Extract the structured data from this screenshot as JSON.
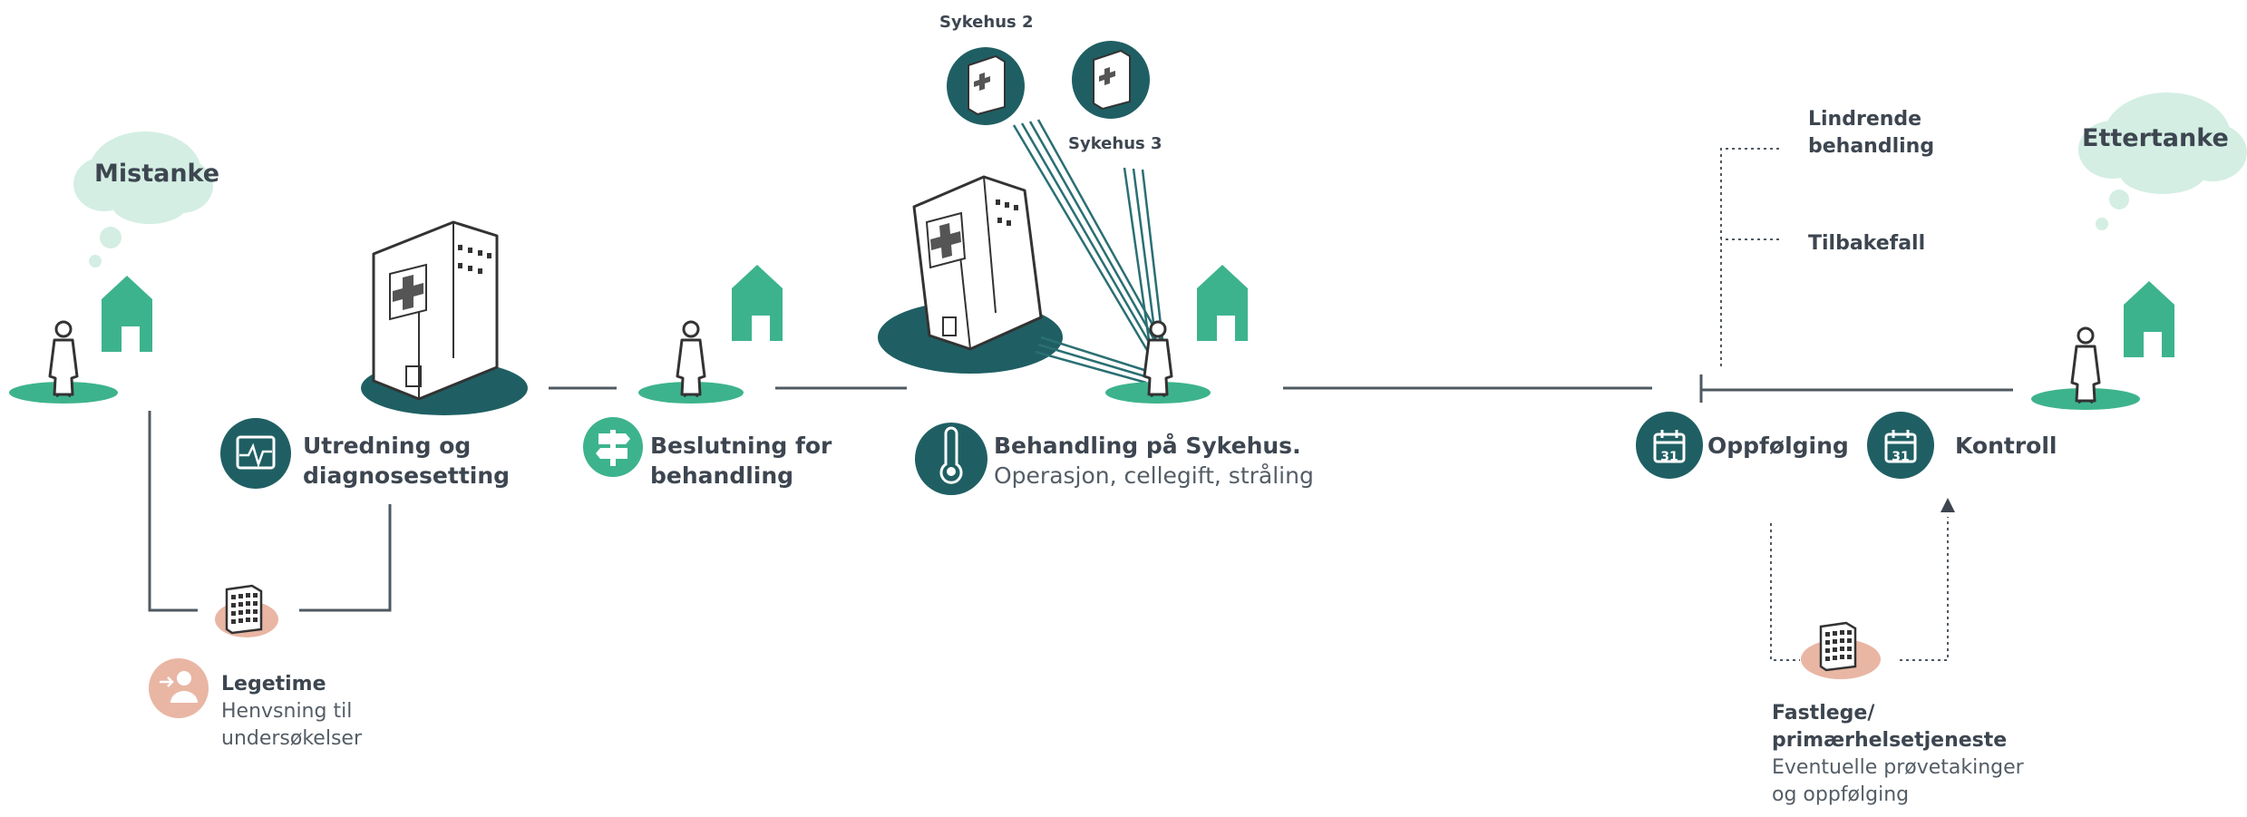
{
  "thoughts": {
    "start": "Mistanke",
    "end": "Ettertanke"
  },
  "hospitals": {
    "secondary": "Sykehus 2",
    "tertiary": "Sykehus 3"
  },
  "steps": {
    "utredning": {
      "line1": "Utredning og",
      "line2": "diagnosesetting"
    },
    "beslutning": {
      "line1": "Beslutning for",
      "line2": "behandling"
    },
    "behandling": {
      "title": "Behandling på Sykehus.",
      "subtitle": "Operasjon, cellegift, stråling"
    },
    "legetime": {
      "title": "Legetime",
      "line1": "Henvsning til",
      "line2": "undersøkelser"
    },
    "oppfolging": {
      "title": "Oppfølging"
    },
    "kontroll": {
      "title": "Kontroll"
    },
    "fastlege": {
      "line1": "Fastlege/",
      "line2": "primærhelsetjeneste",
      "sub1": "Eventuelle prøvetakinger",
      "sub2": "og oppfølging"
    }
  },
  "branches": {
    "lindrende": {
      "line1": "Lindrende",
      "line2": "behandling"
    },
    "tilbakefall": "Tilbakefall"
  },
  "calendar_day": "31",
  "icons": [
    "thought-cloud-icon",
    "person-icon",
    "house-icon",
    "hospital-building-icon",
    "heart-monitor-icon",
    "signpost-icon",
    "thermometer-icon",
    "calendar-icon",
    "clinic-building-icon",
    "referral-person-icon"
  ],
  "colors": {
    "teal_dark": "#1f5f63",
    "green": "#3db38d",
    "grey_line": "#4f5962",
    "peach": "#e9b6a4",
    "cloud": "#d4eee3",
    "text": "#3d4650"
  }
}
